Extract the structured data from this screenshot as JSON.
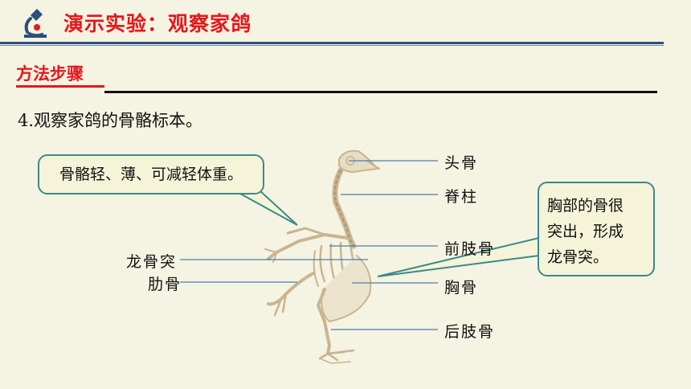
{
  "header": {
    "title": "演示实验：观察家鸽"
  },
  "section": {
    "title": "方法步骤"
  },
  "step": {
    "text": "4.观察家鸽的骨骼标本。"
  },
  "callouts": {
    "left": "骨骼轻、薄、可减轻体重。",
    "right_line1": "胸部的骨很",
    "right_line2": "突出，形成",
    "right_line3": "龙骨突。"
  },
  "labels": {
    "skull": "头骨",
    "spine": "脊柱",
    "forelimb": "前肢骨",
    "sternum": "胸骨",
    "hindlimb": "后肢骨",
    "keel": "龙骨突",
    "ribs": "肋骨"
  },
  "colors": {
    "title_red": "#e8161b",
    "header_blue": "#2c4f7c",
    "leader_line": "#4a7fb0",
    "callout_border": "#3a8a8a",
    "background": "#f5f3e2"
  }
}
